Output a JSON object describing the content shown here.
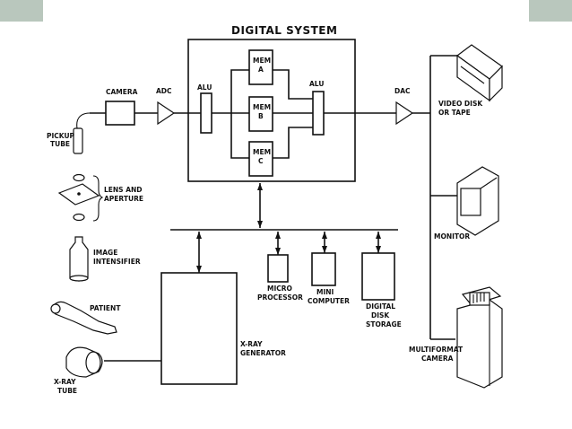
{
  "diagram": {
    "title": "DIGITAL SYSTEM",
    "labels": {
      "camera": "CAMERA",
      "adc": "ADC",
      "alu_left": "ALU",
      "alu_right": "ALU",
      "dac": "DAC",
      "mem_a": [
        "MEM",
        "A"
      ],
      "mem_b": [
        "MEM",
        "B"
      ],
      "mem_c": [
        "MEM",
        "C"
      ],
      "pickup_tube": [
        "PICKUP",
        "TUBE"
      ],
      "lens_aperture": [
        "LENS AND",
        "APERTURE"
      ],
      "image_intensifier": [
        "IMAGE",
        "INTENSIFIER"
      ],
      "patient": "PATIENT",
      "xray_tube": [
        "X-RAY",
        "TUBE"
      ],
      "xray_generator": [
        "X-RAY",
        "GENERATOR"
      ],
      "micro_processor": [
        "MICRO",
        "PROCESSOR"
      ],
      "mini_computer": [
        "MINI",
        "COMPUTER"
      ],
      "digital_disk": [
        "DIGITAL",
        "DISK",
        "STORAGE"
      ],
      "video_disk": [
        "VIDEO DISK",
        "OR TAPE"
      ],
      "monitor": "MONITOR",
      "multiformat_camera": [
        "MULTIFORMAT",
        "CAMERA"
      ]
    }
  },
  "colors": {
    "corner": "#b9c7bd",
    "ink": "#111111"
  }
}
